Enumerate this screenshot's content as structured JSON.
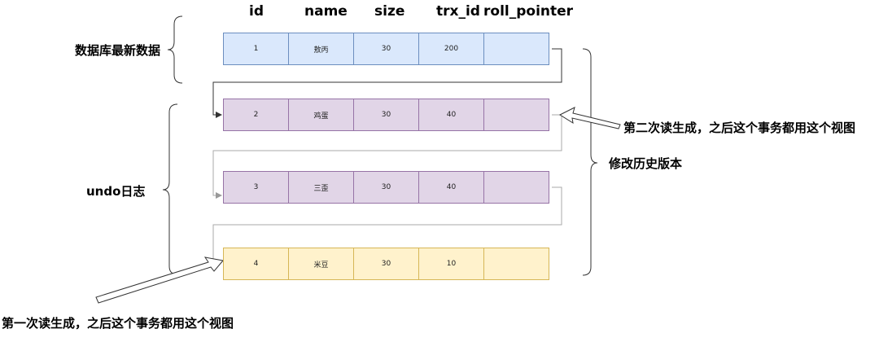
{
  "columns": [
    "id",
    "name",
    "size",
    "trx_id",
    "roll_pointer"
  ],
  "rows": [
    {
      "id": "1",
      "name": "敖丙",
      "size": "30",
      "trx_id": "200",
      "roll_pointer": "",
      "color": "#dae8fc"
    },
    {
      "id": "2",
      "name": "鸡蛋",
      "size": "30",
      "trx_id": "40",
      "roll_pointer": "",
      "color": "#e1d5e7"
    },
    {
      "id": "3",
      "name": "三歪",
      "size": "30",
      "trx_id": "40",
      "roll_pointer": "",
      "color": "#e1d5e7"
    },
    {
      "id": "4",
      "name": "米豆",
      "size": "30",
      "trx_id": "10",
      "roll_pointer": "",
      "color": "#fff2cc"
    }
  ],
  "labels": {
    "latest": "数据库最新数据",
    "undo": "undo日志",
    "history": "修改历史版本",
    "second_read": "第二次读生成，之后这个事务都用这个视图",
    "first_read": "第一次读生成，之后这个事务都用这个视图"
  }
}
